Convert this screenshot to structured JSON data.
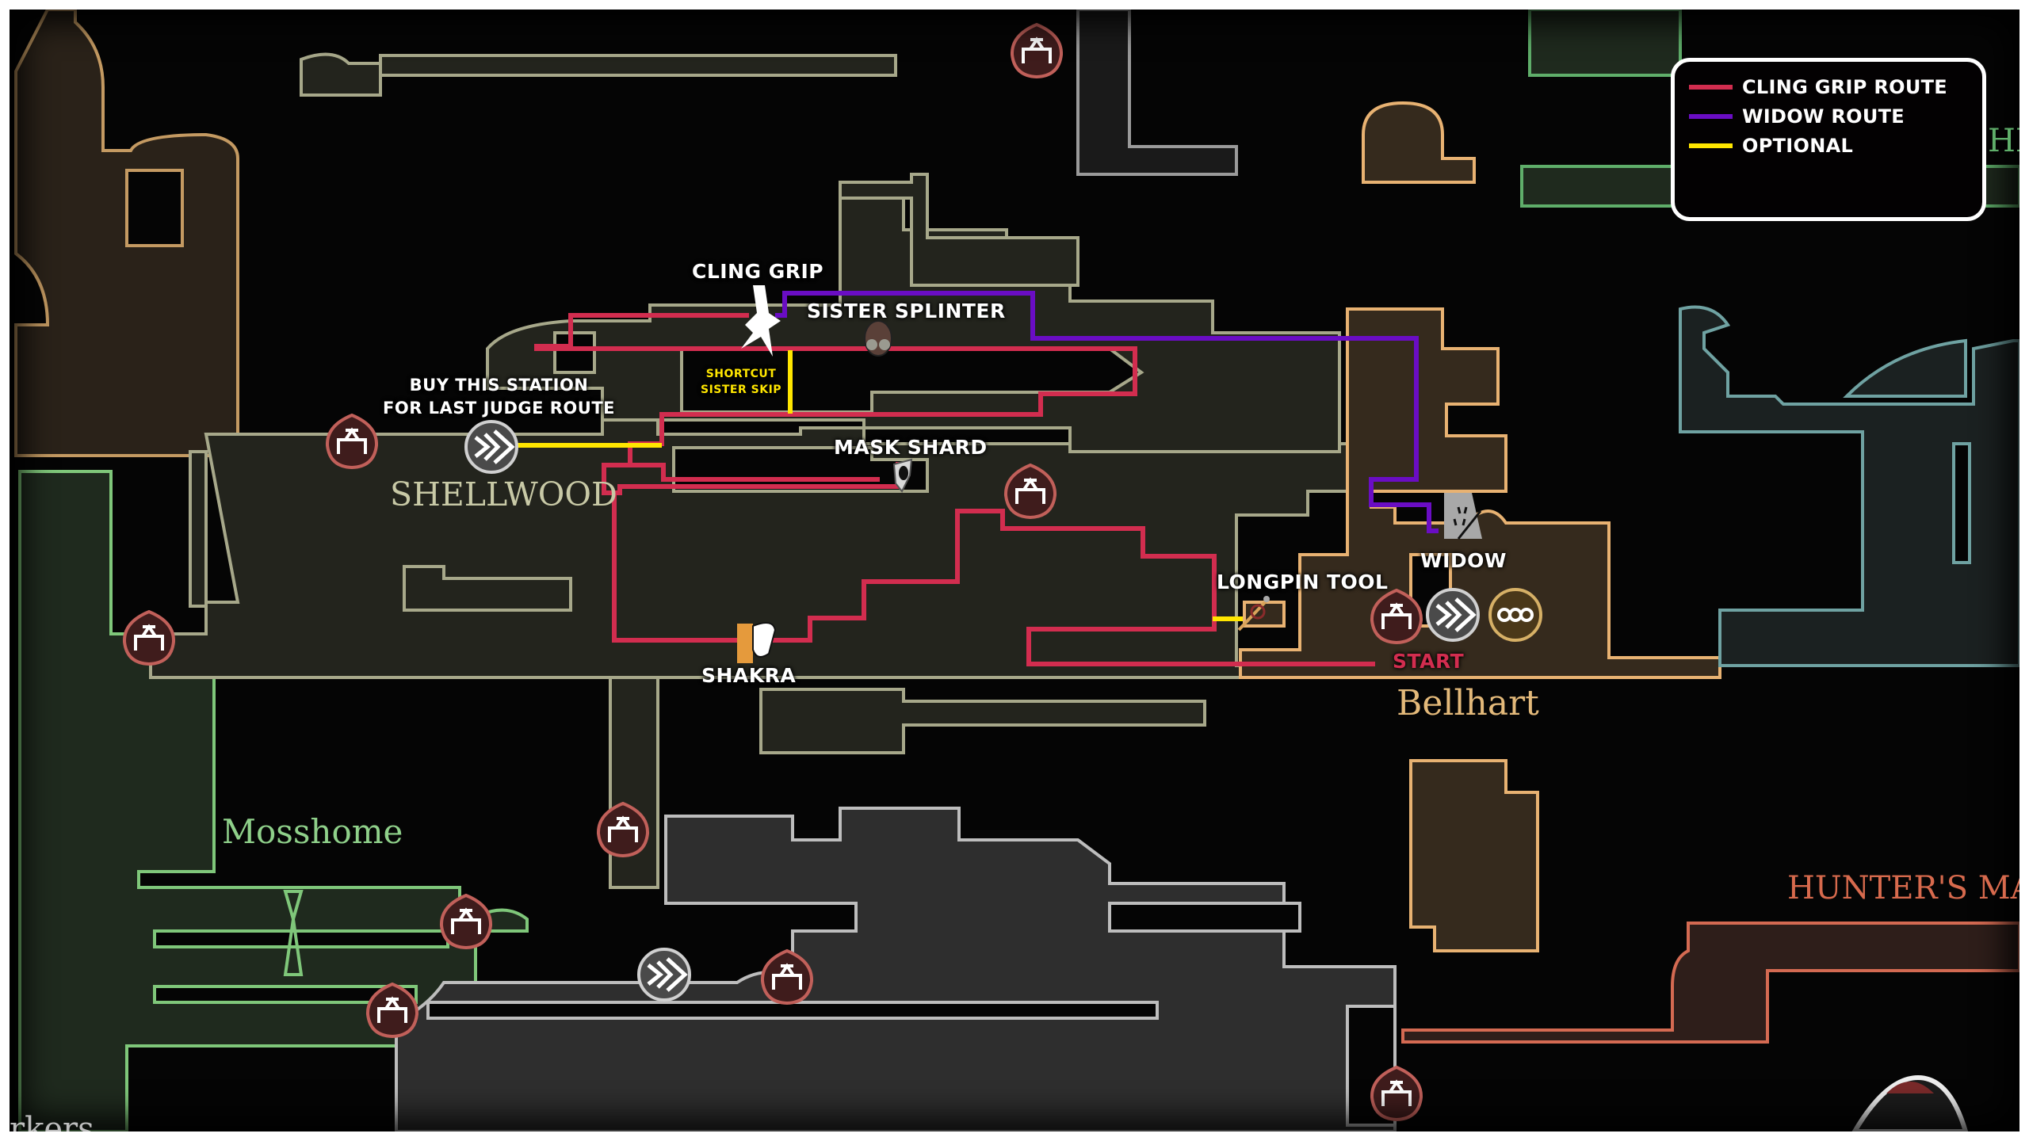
{
  "legend": {
    "items": [
      {
        "label": "CLING GRIP ROUTE",
        "color": "#d22d4f"
      },
      {
        "label": "WIDOW ROUTE",
        "color": "#6a0dc4"
      },
      {
        "label": "OPTIONAL",
        "color": "#ffe600"
      }
    ]
  },
  "annotations": {
    "cling_grip": "CLING GRIP",
    "sister_splinter": "SISTER SPLINTER",
    "shortcut_line1": "SHORTCUT",
    "shortcut_line2": "SISTER SKIP",
    "buy_station_line1": "BUY THIS STATION",
    "buy_station_line2": "FOR LAST JUDGE ROUTE",
    "mask_shard": "MASK SHARD",
    "shakra": "SHAKRA",
    "longpin_tool": "LONGPIN TOOL",
    "widow": "WIDOW",
    "start": "START"
  },
  "areas": {
    "shellwood": "SHELLWOOD",
    "bellhart": "Bellhart",
    "mosshome": "Mosshome",
    "hunters_march": "HUNTER'S MA",
    "right_edge_partial": "HI",
    "bottom_left_partial": "rkers"
  },
  "colors": {
    "route_cling": "#d22d4f",
    "route_widow": "#6a0dc4",
    "route_optional": "#ffe600",
    "start_text": "#d22d4f",
    "shellwood_outline": "#a7a88a",
    "bellhart_outline": "#e8b272",
    "mosshome_outline": "#7fc77a",
    "hunters_outline": "#d46a52",
    "grey_outline": "#bdbdbd",
    "teal_outline": "#6fa2a2",
    "area_shellwood": "#c8c9a6",
    "area_bellhart": "#e3b97a",
    "area_mosshome": "#8fd08a",
    "area_hunters": "#d76a4d"
  }
}
